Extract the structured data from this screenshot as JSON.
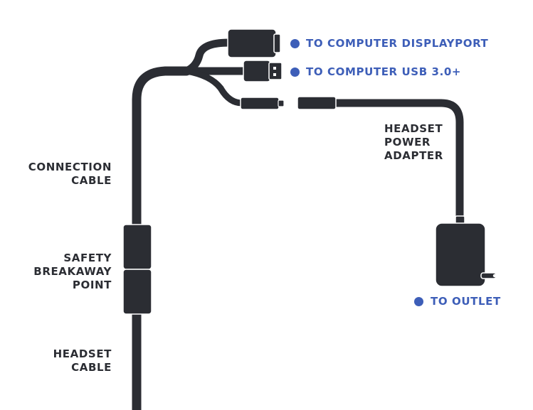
{
  "colors": {
    "cable": "#2b2d33",
    "outline": "#ffffff",
    "text": "#2b2d33",
    "accent": "#3d5eb8"
  },
  "labels": {
    "displayport": "TO COMPUTER DISPLAYPORT",
    "usb": "TO COMPUTER USB 3.0+",
    "outlet": "TO OUTLET",
    "power_adapter": [
      "HEADSET",
      "POWER",
      "ADAPTER"
    ],
    "connection_cable": [
      "CONNECTION",
      "CABLE"
    ],
    "safety_breakaway": [
      "SAFETY",
      "BREAKAWAY",
      "POINT"
    ],
    "headset_cable": [
      "HEADSET",
      "CABLE"
    ]
  }
}
